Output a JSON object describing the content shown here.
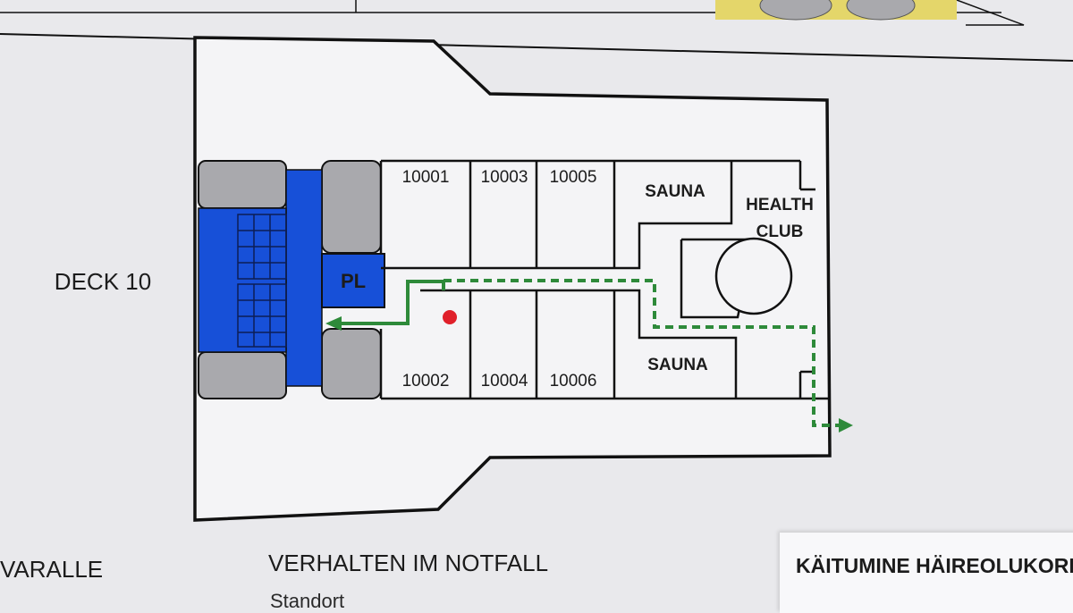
{
  "deck_label": "DECK 10",
  "rooms": {
    "top": [
      "10001",
      "10003",
      "10005"
    ],
    "bottom": [
      "10002",
      "10004",
      "10006"
    ],
    "sauna_top": "SAUNA",
    "sauna_bottom": "SAUNA",
    "health_club_line1": "HEALTH",
    "health_club_line2": "CLUB",
    "stair_label": "PL"
  },
  "headings": {
    "left": "VARALLE",
    "center": "VERHALTEN IM NOTFALL",
    "center_sub": "Standort",
    "right": "KÄITUMINE HÄIREOLUKORRAS"
  },
  "colors": {
    "stair_blue": "#1750d8",
    "escape_green": "#2e8a3a",
    "location_red": "#e0202a",
    "grey_area": "#a9a9ad",
    "wall": "#111111"
  },
  "icons": {
    "location": "you-are-here-dot-icon",
    "route_arrow": "escape-route-arrow-icon"
  }
}
